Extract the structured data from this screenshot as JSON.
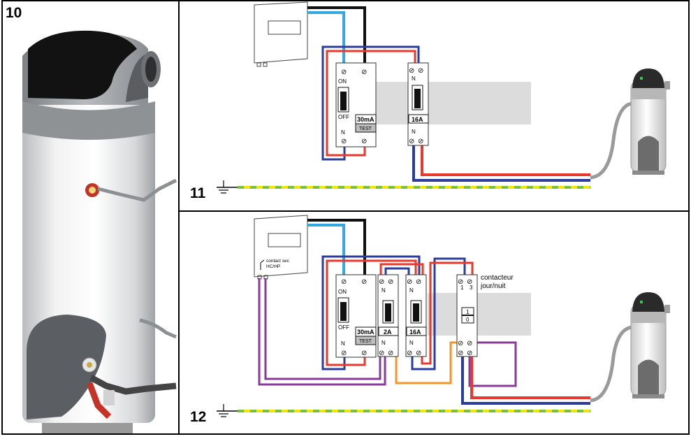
{
  "panels": {
    "photo": {
      "number": "10"
    },
    "top": {
      "number": "11"
    },
    "bottom": {
      "number": "12"
    }
  },
  "breakers": {
    "rcd_rating": "30mA",
    "rcd_test": "TEST",
    "on": "ON",
    "off": "OFF",
    "neutral": "N",
    "main_rating": "16A",
    "small_rating": "2A"
  },
  "contactor": {
    "label_line1": "contacteur",
    "label_line2": "jour/nuit",
    "terminal_1": "1",
    "terminal_3": "3",
    "switch_top": "1",
    "switch_bottom": "0"
  },
  "meter": {
    "dry_contact_line1": "contact sec",
    "dry_contact_line2": "HC/HP"
  },
  "colors": {
    "phase": "#e8392f",
    "neutral": "#2b3d9c",
    "earth_green": "#7bbf3a",
    "earth_yellow": "#f2e400",
    "control_light_blue": "#34a9e1",
    "control_black": "#111111",
    "pilot_purple": "#8a3a9a",
    "pilot_orange": "#f0962b"
  }
}
